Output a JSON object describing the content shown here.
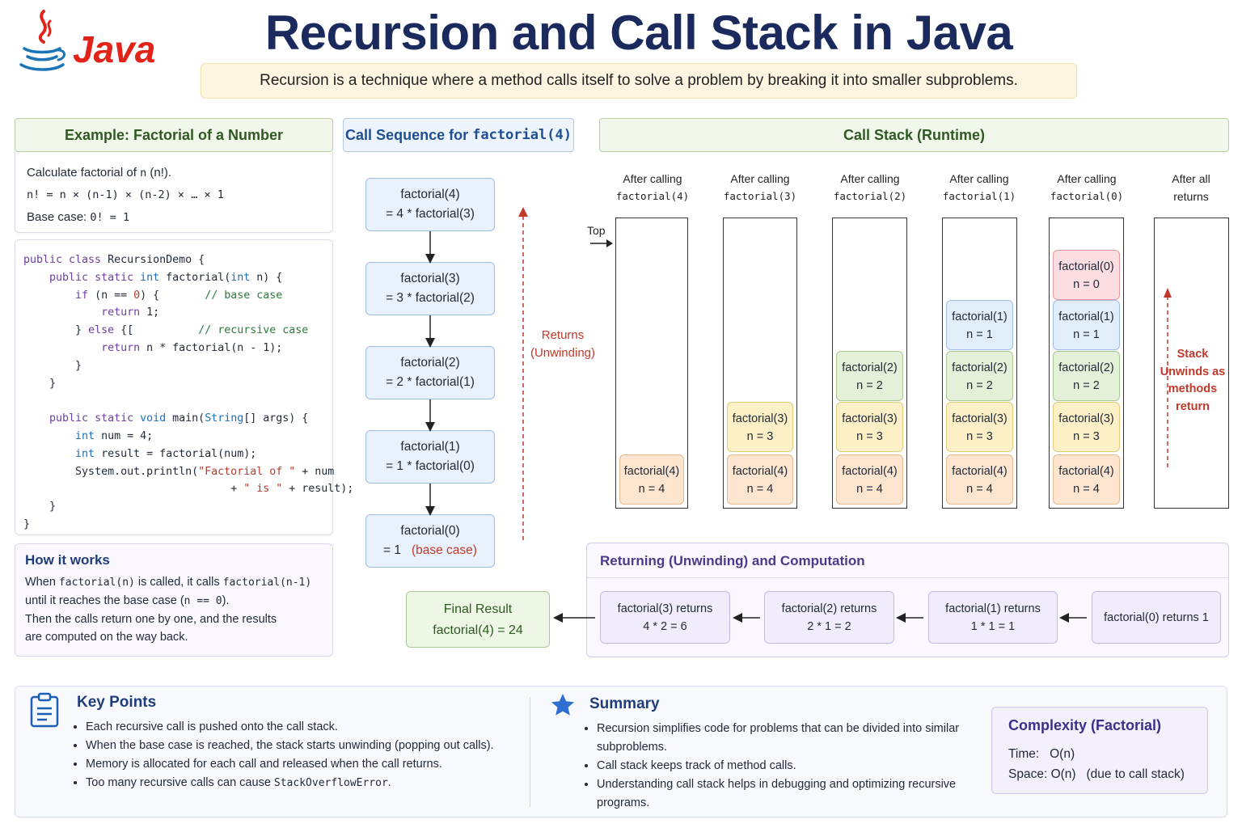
{
  "header": {
    "logo_text": "Java",
    "title": "Recursion and Call Stack in Java",
    "subtitle": "Recursion is a technique where a method calls itself to solve a problem by breaking it into smaller subproblems."
  },
  "example": {
    "title": "Example: Factorial of a Number",
    "line1_pre": "Calculate factorial of ",
    "line1_var": "n",
    "line1_post": "(n!).",
    "line2": "n! = n × (n-1) × (n-2) × … × 1",
    "line3_pre": "Base case: ",
    "line3_code": "0! = 1"
  },
  "code": {
    "l1_kw": "public class",
    "l1_rest": " RecursionDemo {",
    "l2_kw": "public static",
    "l2_ty": "int",
    "l2_rest": " factorial(",
    "l2_ty2": "int",
    "l2_rest2": " n) {",
    "l3_kw": "if",
    "l3_a": " (n == ",
    "l3_n": "0",
    "l3_b": ") {",
    "l3_cm": "// base case",
    "l4_kw": "return",
    "l4_rest": " 1;",
    "l5_a": "} ",
    "l5_kw": "else",
    "l5_b": " {[",
    "l5_cm": "// recursive case",
    "l6_kw": "return",
    "l6_rest": " n * factorial(n - 1);",
    "l7": "}",
    "l8": "}",
    "l9_kw": "public static",
    "l9_ty": "void",
    "l9_a": " main(",
    "l9_ty2": "String",
    "l9_b": "[] args) {",
    "l10_ty": "int",
    "l10_rest": " num = 4;",
    "l11_ty": "int",
    "l11_rest": " result = factorial(num);",
    "l12_a": "System.out.println(",
    "l12_st": "\"Factorial of \"",
    "l12_b": " + num",
    "l13_a": "+ ",
    "l13_st": "\" is \"",
    "l13_b": " + result);",
    "l14": "}",
    "l15": "}"
  },
  "how": {
    "title": "How it works",
    "p1_a": "When ",
    "p1_code1": "factorial(n)",
    "p1_b": " is called, it calls ",
    "p1_code2": "factorial(n-1)",
    "p2_a": "until it reaches the base case (",
    "p2_code": "n == 0",
    "p2_b": ").",
    "p3": "Then the calls return one by one, and the results",
    "p4": "are computed on the way back."
  },
  "sequence": {
    "title_pre": "Call Sequence for ",
    "title_code": "factorial(4)",
    "boxes": [
      {
        "l1": "factorial(4)",
        "l2": "= 4 * factorial(3)"
      },
      {
        "l1": "factorial(3)",
        "l2": "= 3 * factorial(2)"
      },
      {
        "l1": "factorial(2)",
        "l2": "= 2 * factorial(1)"
      },
      {
        "l1": "factorial(1)",
        "l2": "= 1 * factorial(0)"
      },
      {
        "l1": "factorial(0)",
        "l2": "= 1",
        "l2_note": "(base case)"
      }
    ],
    "returns_l1": "Returns",
    "returns_l2": "(Unwinding)"
  },
  "stack": {
    "title": "Call Stack (Runtime)",
    "top_label": "Top",
    "columns": [
      {
        "l1": "After calling",
        "l2": "factorial(4)"
      },
      {
        "l1": "After calling",
        "l2": "factorial(3)"
      },
      {
        "l1": "After calling",
        "l2": "factorial(2)"
      },
      {
        "l1": "After calling",
        "l2": "factorial(1)"
      },
      {
        "l1": "After calling",
        "l2": "factorial(0)"
      },
      {
        "l1": "After all",
        "l2": "returns"
      }
    ],
    "frames": {
      "f4": {
        "l1": "factorial(4)",
        "l2": "n = 4"
      },
      "f3": {
        "l1": "factorial(3)",
        "l2": "n = 3"
      },
      "f2": {
        "l1": "factorial(2)",
        "l2": "n = 2"
      },
      "f1": {
        "l1": "factorial(1)",
        "l2": "n = 1"
      },
      "f0": {
        "l1": "factorial(0)",
        "l2": "n = 0"
      }
    },
    "unwind_l1": "Stack",
    "unwind_l2": "Unwinds as",
    "unwind_l3": "methods",
    "unwind_l4": "return"
  },
  "returning": {
    "title": "Returning (Unwinding) and Computation",
    "boxes": [
      {
        "l1": "factorial(3) returns",
        "l2": "4 * 2 = 6"
      },
      {
        "l1": "factorial(2) returns",
        "l2": "2 * 1 = 2"
      },
      {
        "l1": "factorial(1) returns",
        "l2": "1 * 1 = 1"
      },
      {
        "l1": "factorial(0) returns 1"
      }
    ],
    "final_l1": "Final Result",
    "final_l2": "factorial(4) = 24"
  },
  "key_points": {
    "title": "Key Points",
    "items": [
      "Each recursive call is pushed onto the call stack.",
      "When the base case is reached, the stack starts unwinding (popping out calls).",
      "Memory is allocated for each call and released when the call returns."
    ],
    "item4_pre": "Too many recursive calls can cause ",
    "item4_code": "StackOverflowError",
    "item4_post": "."
  },
  "summary": {
    "title": "Summary",
    "items": [
      "Recursion simplifies code for problems that can be divided into similar subproblems.",
      "Call stack keeps track of method calls.",
      "Understanding call stack helps in debugging and optimizing recursive programs."
    ]
  },
  "complexity": {
    "title": "Complexity (Factorial)",
    "time_label": "Time:",
    "time_val": "O(n)",
    "space_label": "Space:",
    "space_val": "O(n)",
    "space_note": "(due to call stack)"
  },
  "colors": {
    "title": "#1b2a5c",
    "java_red": "#e2231a",
    "java_blue": "#1a74b8",
    "accent_red": "#c0392b"
  }
}
